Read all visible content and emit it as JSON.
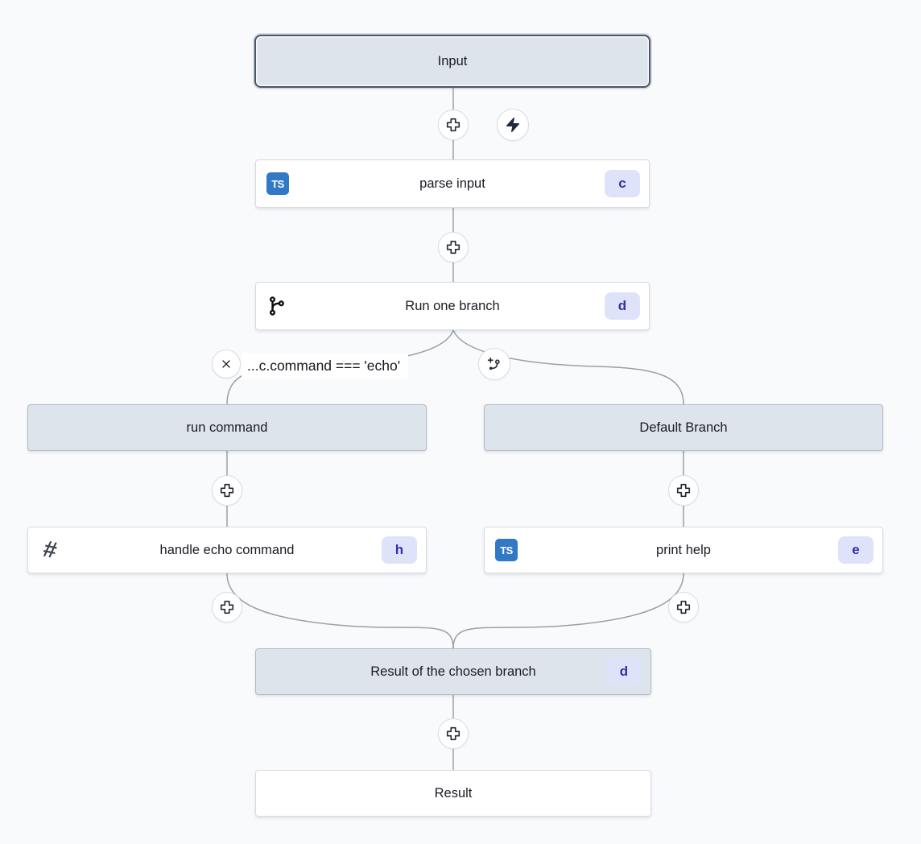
{
  "flow": {
    "input": {
      "label": "Input"
    },
    "parse_input": {
      "label": "parse input",
      "badge": "c",
      "icon": "typescript"
    },
    "run_one_branch": {
      "label": "Run one branch",
      "badge": "d",
      "icon": "git-branch"
    },
    "branch_condition": {
      "label": "...c.command === 'echo'"
    },
    "run_command": {
      "label": "run command"
    },
    "default_branch": {
      "label": "Default Branch"
    },
    "handle_echo": {
      "label": "handle echo command",
      "badge": "h",
      "icon": "hash"
    },
    "print_help": {
      "label": "print help",
      "badge": "e",
      "icon": "typescript"
    },
    "merge_result": {
      "label": "Result of the chosen branch",
      "badge": "d"
    },
    "result": {
      "label": "Result"
    }
  },
  "icons": {
    "typescript_text": "TS",
    "hash_text": "#"
  },
  "colors": {
    "canvas_bg": "#f8fafc",
    "node_header_bg": "#dee4eb",
    "selected_border": "#4a5568",
    "badge_bg": "#dfe3fa",
    "badge_text": "#3730a3",
    "typescript_blue": "#3178c6",
    "edge": "#9aa0a8"
  }
}
